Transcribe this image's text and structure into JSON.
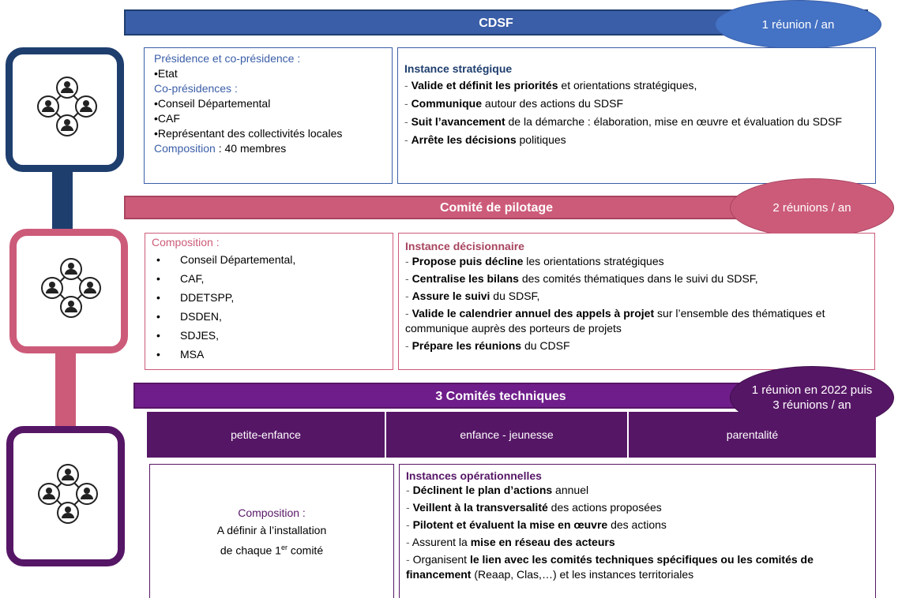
{
  "colors": {
    "navy": "#1e3e6e",
    "blue_bar": "#3b5ea8",
    "blue_ellipse": "#4472c4",
    "pink": "#cc5b79",
    "purple": "#561666",
    "purple_bar": "#6f1d8a"
  },
  "icons": [
    "people-network-icon",
    "people-network-icon",
    "people-network-icon"
  ],
  "cdsf": {
    "title": "CDSF",
    "frequency": "1 réunion / an",
    "left": {
      "presidency_label": "Présidence et co-présidence :",
      "presidency_items": [
        "•Etat"
      ],
      "copresidency_label": "Co-présidences :",
      "copresidency_items": [
        "•Conseil Départemental",
        "•CAF",
        "•Représentant des collectivités locales"
      ],
      "composition_label": "Composition",
      "composition_value": " : 40 membres"
    },
    "right": {
      "heading": "Instance stratégique",
      "items": [
        {
          "bold": "Valide et définit les priorités",
          "text": " et orientations stratégiques,"
        },
        {
          "bold": "Communique",
          "text": " autour des actions du SDSF"
        },
        {
          "bold": "Suit l’avancement",
          "text": " de la démarche : élaboration, mise en œuvre et évaluation du SDSF"
        },
        {
          "bold": "Arrête les décisions",
          "text": " politiques"
        }
      ]
    }
  },
  "copil": {
    "title": "Comité de pilotage",
    "frequency": "2 réunions / an",
    "left": {
      "composition_label": "Composition :",
      "items": [
        "Conseil Départemental,",
        "CAF,",
        "DDETSPP,",
        "DSDEN,",
        "SDJES,",
        "MSA"
      ]
    },
    "right": {
      "heading": "Instance décisionnaire",
      "items": [
        {
          "bold": "Propose puis décline",
          "text": " les orientations stratégiques"
        },
        {
          "bold": "Centralise les bilans",
          "text": " des comités thématiques dans le suivi du SDSF,"
        },
        {
          "bold": "Assure le suivi",
          "text": " du SDSF,"
        },
        {
          "bold": "Valide le calendrier annuel des appels à projet",
          "text": " sur l’ensemble des thématiques et communique  auprès des porteurs de projets"
        },
        {
          "bold": "Prépare les réunions",
          "text": " du CDSF"
        }
      ]
    }
  },
  "cotech": {
    "title": "3 Comités techniques",
    "frequency": "1 réunion en 2022 puis 3 réunions / an",
    "tabs": [
      "petite-enfance",
      "enfance - jeunesse",
      "parentalité"
    ],
    "left": {
      "composition_label": "Composition :",
      "line1": "A définir à l’installation",
      "line2_prefix": "de chaque 1",
      "line2_sup": "er",
      "line2_suffix": " comité"
    },
    "right": {
      "heading": "Instances opérationnelles",
      "items": [
        {
          "pre": "",
          "bold": "Déclinent le plan d’actions",
          "text": " annuel"
        },
        {
          "pre": "",
          "bold": "Veillent à la transversalité",
          "text": " des actions proposées"
        },
        {
          "pre": "",
          "bold": "Pilotent et évaluent la mise en œuvre",
          "text": " des actions"
        },
        {
          "pre": "Assurent la ",
          "bold": "mise en réseau des acteurs",
          "text": ""
        },
        {
          "pre": "Organisent ",
          "bold": "le lien avec les comités techniques spécifiques ou les comités de financement",
          "text": "  (Reaap, Clas,…) et les instances territoriales"
        }
      ]
    }
  }
}
